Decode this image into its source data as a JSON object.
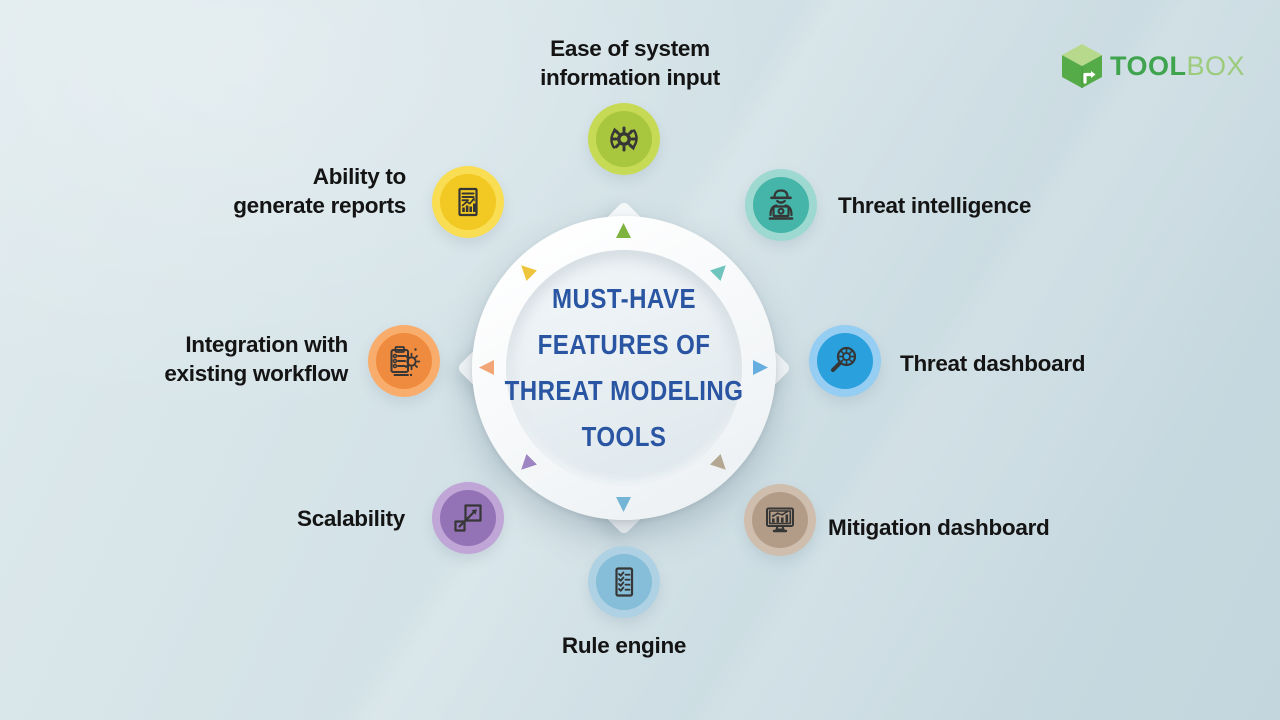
{
  "logo": {
    "tool": "TOOL",
    "box": "BOX",
    "tool_color": "#3fa44d",
    "box_color": "#9ccb7c",
    "cube": {
      "top": "#b7d98b",
      "body": "#55ab47",
      "edge": "#4a9e3f",
      "arrow": "#ffffff"
    }
  },
  "center": {
    "title_lines": [
      "MUST-HAVE",
      "FEATURES OF",
      "THREAT MODELING",
      "TOOLS"
    ],
    "title_color": "#2a55a2"
  },
  "features": [
    {
      "id": "ease-of-system-information-input",
      "label": "Ease of system information input",
      "lines": [
        "Ease of system",
        "information input"
      ],
      "icon": "gear-sync-icon",
      "colors": {
        "outer": "#c6da55",
        "inner": "#a8c63e",
        "arrow": "#7db33e"
      }
    },
    {
      "id": "threat-intelligence",
      "label": "Threat intelligence",
      "lines": [
        "Threat intelligence"
      ],
      "icon": "spy-laptop-icon",
      "colors": {
        "outer": "#9ed9d1",
        "inner": "#45b5a9",
        "arrow": "#6fc5bd"
      }
    },
    {
      "id": "threat-dashboard",
      "label": "Threat dashboard",
      "lines": [
        "Threat dashboard"
      ],
      "icon": "bug-magnifier-icon",
      "colors": {
        "outer": "#96cdf2",
        "inner": "#2aa0dc",
        "arrow": "#66aee0"
      }
    },
    {
      "id": "mitigation-dashboard",
      "label": "Mitigation dashboard",
      "lines": [
        "Mitigation dashboard"
      ],
      "icon": "monitor-chart-icon",
      "colors": {
        "outer": "#cfbeae",
        "inner": "#b29c87",
        "arrow": "#b5a893"
      }
    },
    {
      "id": "rule-engine",
      "label": "Rule engine",
      "lines": [
        "Rule engine"
      ],
      "icon": "checklist-icon",
      "colors": {
        "outer": "#aed2e3",
        "inner": "#86bdd8",
        "arrow": "#74b5d6"
      }
    },
    {
      "id": "scalability",
      "label": "Scalability",
      "lines": [
        "Scalability"
      ],
      "icon": "scale-arrow-icon",
      "colors": {
        "outer": "#bfa6d6",
        "inner": "#9472b6",
        "arrow": "#9c85c2"
      }
    },
    {
      "id": "integration-with-existing-workflow",
      "label": "Integration with existing workflow",
      "lines": [
        "Integration with",
        "existing workflow"
      ],
      "icon": "clipboard-gear-icon",
      "colors": {
        "outer": "#f8ad6c",
        "inner": "#ef8b3e",
        "arrow": "#f2a678"
      }
    },
    {
      "id": "ability-to-generate-reports",
      "label": "Ability to generate reports",
      "lines": [
        "Ability to",
        "generate reports"
      ],
      "icon": "report-chart-icon",
      "colors": {
        "outer": "#f9dd52",
        "inner": "#f2c822",
        "arrow": "#eec43c"
      }
    }
  ]
}
